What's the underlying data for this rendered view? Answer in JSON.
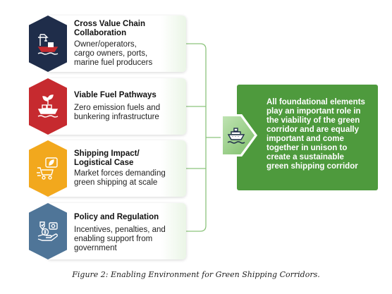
{
  "items": [
    {
      "title_lines": [
        "Cross Value Chain",
        "Collaboration"
      ],
      "desc_lines": [
        "Owner/operators,",
        "cargo owners, ports,",
        "marine fuel producers"
      ],
      "icon": "port-crane-ship-icon",
      "color": "#1f2d4a"
    },
    {
      "title_lines": [
        "Viable Fuel Pathways"
      ],
      "desc_lines": [
        "Zero emission fuels and",
        "bunkering infrastructure"
      ],
      "icon": "leaf-ship-icon",
      "color": "#c62a2f"
    },
    {
      "title_lines": [
        "Shipping Impact/",
        "Logistical Case"
      ],
      "desc_lines": [
        "Market forces demanding",
        "green shipping at scale"
      ],
      "icon": "green-cart-icon",
      "color": "#f2a81d"
    },
    {
      "title_lines": [
        "Policy and Regulation"
      ],
      "desc_lines": [
        "Incentives, penalties, and",
        "enabling support from",
        "government"
      ],
      "icon": "hand-money-icon",
      "color": "#4f7598"
    }
  ],
  "summary_lines": [
    "All foundational elements",
    "play an important role in",
    "the viability of the green",
    "corridor and are equally",
    "important and come",
    "together in unison to",
    "create a sustainable",
    "green shipping corridor"
  ],
  "summary_icon": "ship-icon",
  "accent_green": "#4e9a3d",
  "caption": "Figure 2: Enabling Environment for Green Shipping Corridors."
}
